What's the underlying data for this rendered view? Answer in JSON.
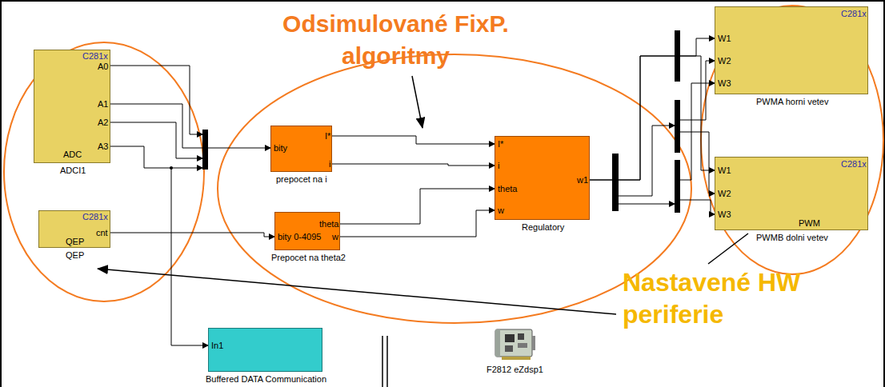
{
  "diagram": {
    "nodes": [
      {
        "text": [
          "C281x",
          "A0",
          "A1",
          "A2",
          "A3",
          "ADC",
          "ADCI1"
        ]
      },
      {
        "text": [
          "C281x",
          "cnt",
          "QEP",
          "QEP"
        ]
      },
      {
        "text": [
          "bity",
          "I*",
          "i",
          "prepocet na i"
        ]
      },
      {
        "text": [
          "bity 0-4095",
          "theta",
          "w",
          "Prepocet na theta2"
        ]
      },
      {
        "text": [
          "I*",
          "i",
          "theta",
          "w",
          "w1",
          "Regulatory"
        ]
      },
      {
        "text": [
          "C281x",
          "W1",
          "W2",
          "W3",
          "PWMA horni vetev"
        ]
      },
      {
        "text": [
          "C281x",
          "W1",
          "W2",
          "W3",
          "PWM",
          "PWMB dolni vetev"
        ]
      },
      {
        "text": [
          "In1",
          "Buffered DATA Communication"
        ]
      },
      {
        "text": [
          "F2812 eZdsp1"
        ]
      }
    ],
    "edges": [
      {
        "from": 0,
        "to": 2,
        "arrow": "to"
      },
      {
        "from": 0,
        "to": 7,
        "arrow": "to"
      },
      {
        "from": 1,
        "to": 3,
        "arrow": "to"
      },
      {
        "from": 2,
        "to": 4,
        "arrow": "to"
      },
      {
        "from": 2,
        "to": 4,
        "arrow": "to"
      },
      {
        "from": 3,
        "to": 4,
        "arrow": "to"
      },
      {
        "from": 3,
        "to": 4,
        "arrow": "to"
      },
      {
        "from": 4,
        "to": 5,
        "arrow": "to"
      },
      {
        "from": 4,
        "to": 6,
        "arrow": "to"
      }
    ],
    "labels": [
      "Odsimulované FixP. algoritmy",
      "Nastavené HW periferie"
    ]
  }
}
